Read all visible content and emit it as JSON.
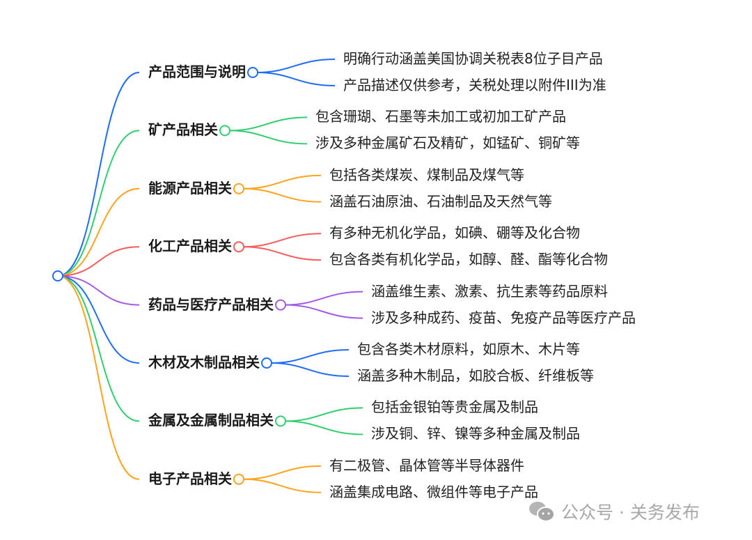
{
  "branches": [
    {
      "label": "产品范围与说明",
      "color": "#1e6cff",
      "leaves": [
        "明确行动涵盖美国协调关税表8位子目产品",
        "产品描述仅供参考，关税处理以附件III为准"
      ]
    },
    {
      "label": "矿产品相关",
      "color": "#2fcf6f",
      "leaves": [
        "包含珊瑚、石墨等未加工或初加工矿产品",
        "涉及多种金属矿石及精矿，如锰矿、铜矿等"
      ]
    },
    {
      "label": "能源产品相关",
      "color": "#ffa31a",
      "leaves": [
        "包括各类煤炭、煤制品及煤气等",
        "涵盖石油原油、石油制品及天然气等"
      ]
    },
    {
      "label": "化工产品相关",
      "color": "#f65c5c",
      "leaves": [
        "有多种无机化学品，如碘、硼等及化合物",
        "包含各类有机化学品，如醇、醛、酯等化合物"
      ]
    },
    {
      "label": "药品与医疗产品相关",
      "color": "#a259e6",
      "leaves": [
        "涵盖维生素、激素、抗生素等药品原料",
        "涉及多种成药、疫苗、免疫产品等医疗产品"
      ]
    },
    {
      "label": "木材及木制品相关",
      "color": "#1e6cff",
      "leaves": [
        "包含各类木材原料，如原木、木片等",
        "涵盖多种木制品，如胶合板、纤维板等"
      ]
    },
    {
      "label": "金属及金属制品相关",
      "color": "#2fcf6f",
      "leaves": [
        "包括金银铂等贵金属及制品",
        "涉及铜、锌、镍等多种金属及制品"
      ]
    },
    {
      "label": "电子产品相关",
      "color": "#ffa31a",
      "leaves": [
        "有二极管、晶体管等半导体器件",
        "涵盖集成电路、微组件等电子产品"
      ]
    }
  ],
  "root_color": "#1e6cff",
  "watermark": {
    "icon": "wechat-icon",
    "text": "公众号 · 关务发布"
  }
}
